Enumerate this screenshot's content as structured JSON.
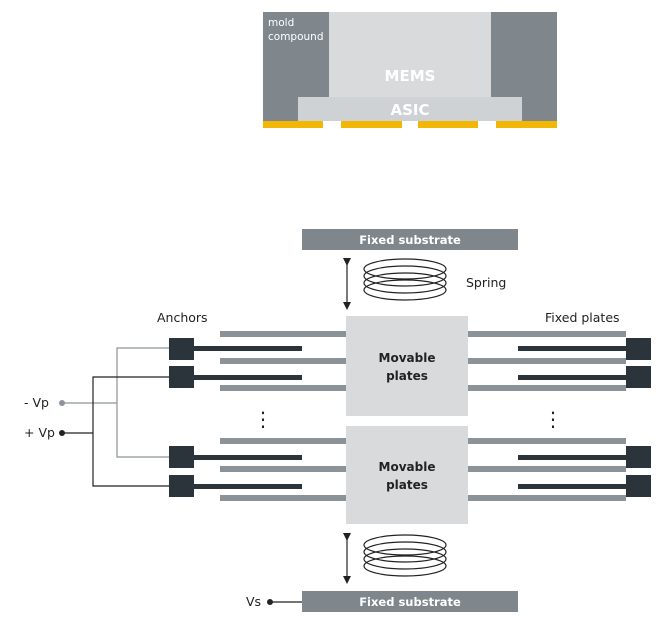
{
  "package": {
    "mold_label_line1": "mold",
    "mold_label_line2": "compound",
    "mems_label": "MEMS",
    "asic_label": "ASIC"
  },
  "sensor": {
    "top_substrate_label": "Fixed substrate",
    "bottom_substrate_label": "Fixed substrate",
    "spring_label": "Spring",
    "anchors_label": "Anchors",
    "fixed_plates_label": "Fixed plates",
    "movable_upper_line1": "Movable",
    "movable_upper_line2": "plates",
    "movable_lower_line1": "Movable",
    "movable_lower_line2": "plates",
    "minus_vp_label": "- Vp",
    "plus_vp_label": "+ Vp",
    "vs_label": "Vs",
    "ellipsis_glyph": "⋮"
  },
  "colors": {
    "mold": "#7f878d",
    "mems": "#d8dadc",
    "asic": "#cfd2d5",
    "pads": "#f2b705",
    "substrate": "#7f878d",
    "plate_gray": "#8c9398",
    "plate_dark": "#2c343b",
    "anchor": "#2c343b",
    "wire_gray": "#8c9398",
    "wire_dark": "#222222"
  }
}
